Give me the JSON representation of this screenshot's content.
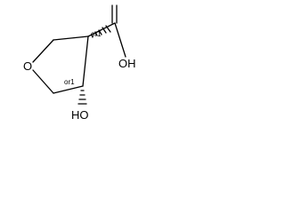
{
  "structure": {
    "atoms": {
      "ring_oxygen": "O",
      "acid_hydroxyl": "OH",
      "ring_hydroxyl": "HO"
    },
    "stereo_labels": {
      "c3": "or1",
      "c4": "or1"
    }
  }
}
